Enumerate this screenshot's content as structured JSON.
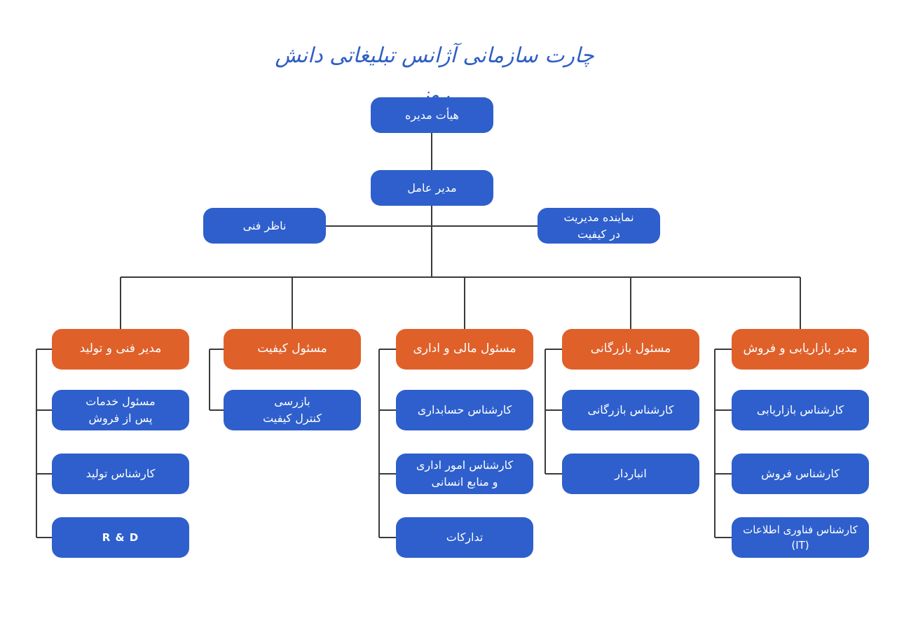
{
  "title": "چارت سازمانی آژانس تبلیغاتی دانش روز",
  "board": "هیأت مدیره",
  "ceo": "مدیر عامل",
  "technical_supervisor": "ناظر فنی",
  "quality_rep": "نماینده مدیریت\nدر کیفیت",
  "departments": [
    {
      "head": "مدیر فنی و تولید",
      "staff": [
        "مسئول خدمات\nپس از فروش",
        "کارشناس تولید",
        "R & D"
      ]
    },
    {
      "head": "مسئول کیفیت",
      "staff": [
        "بازرسی\nکنترل کیفیت"
      ]
    },
    {
      "head": "مسئول مالی و اداری",
      "staff": [
        "کارشناس حسابداری",
        "کارشناس امور اداری\nو منابع انسانی",
        "تدارکات"
      ]
    },
    {
      "head": "مسئول بازرگانی",
      "staff": [
        "کارشناس بازرگانی",
        "انباردار"
      ]
    },
    {
      "head": "مدیر بازاریابی و فروش",
      "staff": [
        "کارشناس بازاریابی",
        "کارشناس فروش",
        "کارشناس فناوری اطلاعات\n(IT)"
      ]
    }
  ],
  "colors": {
    "box_blue": "#2e5fcc",
    "box_orange": "#e0602a",
    "connector": "#3a3a3a",
    "title": "#2f5fc4"
  }
}
